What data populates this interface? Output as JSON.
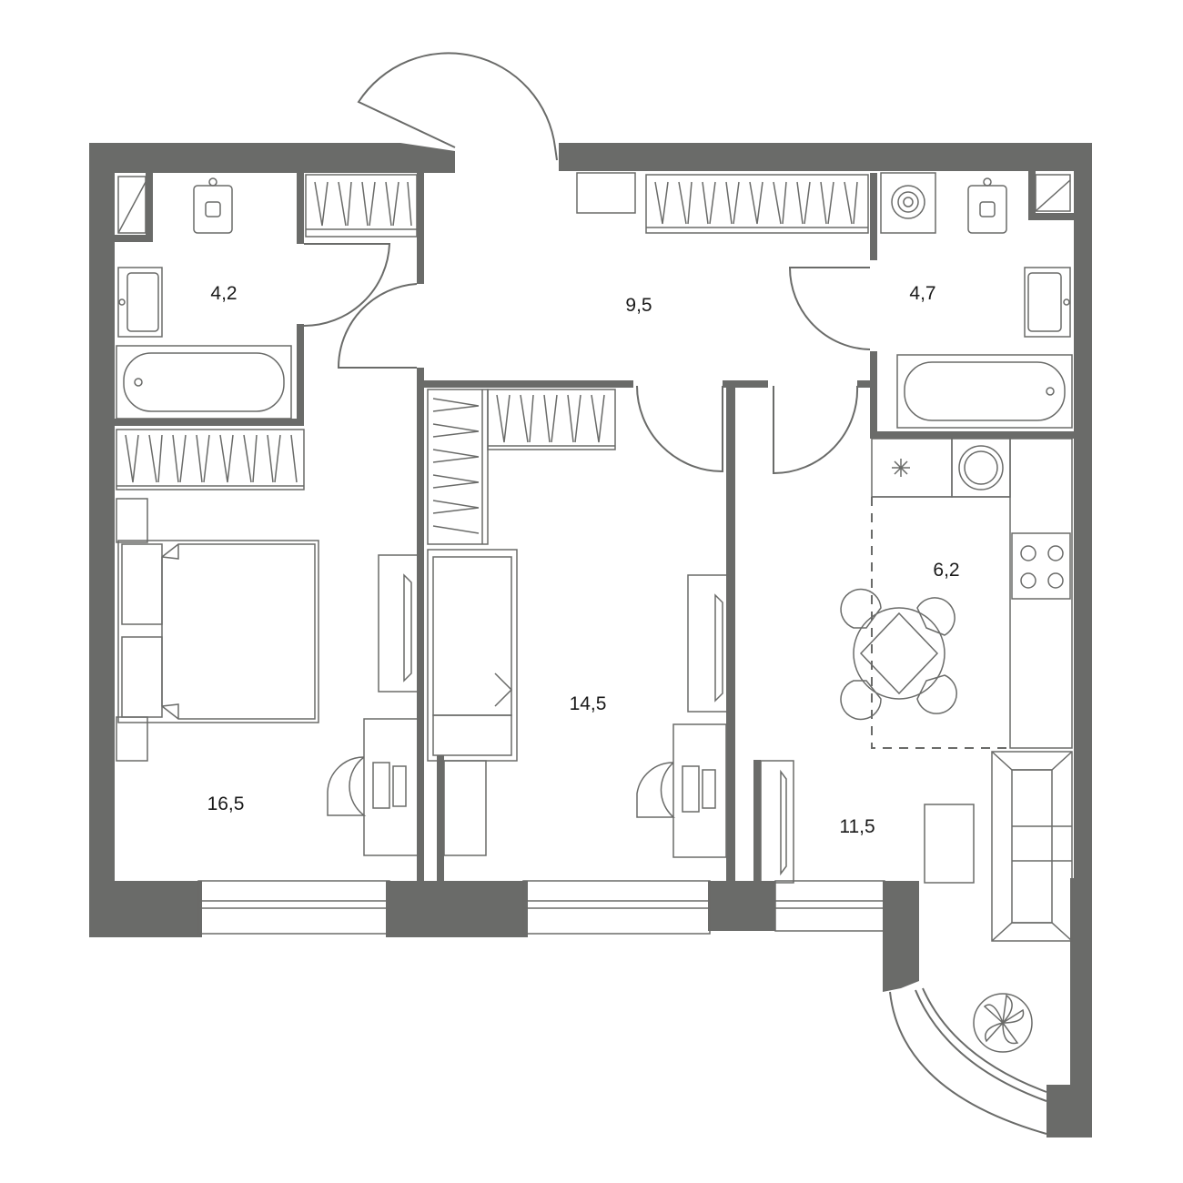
{
  "rooms": [
    {
      "id": "bathroom-1",
      "area": "4,2"
    },
    {
      "id": "hall",
      "area": "9,5"
    },
    {
      "id": "bathroom-2",
      "area": "4,7"
    },
    {
      "id": "kitchen",
      "area": "6,2"
    },
    {
      "id": "bedroom",
      "area": "16,5"
    },
    {
      "id": "room-2",
      "area": "14,5"
    },
    {
      "id": "living",
      "area": "11,5"
    }
  ],
  "colors": {
    "wall": "#6a6b69",
    "background": "#ffffff",
    "text": "#1a1a1a"
  }
}
